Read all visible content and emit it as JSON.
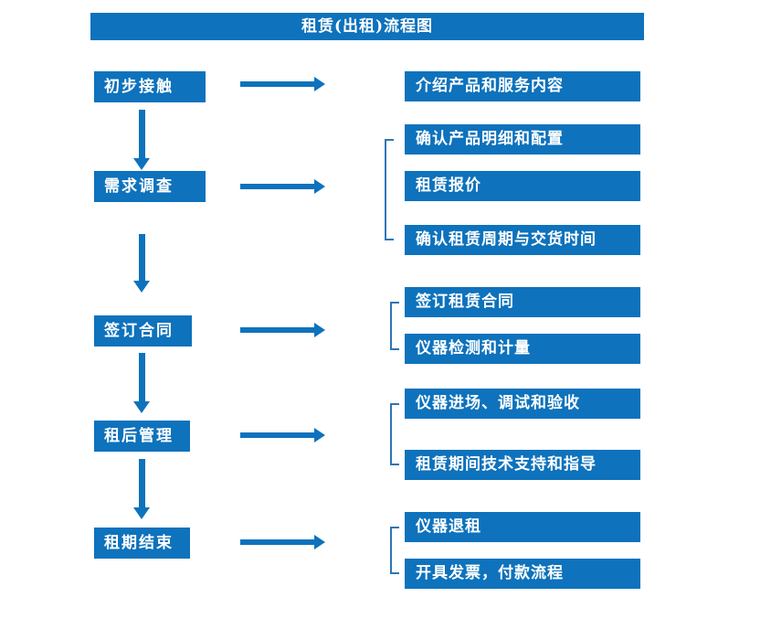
{
  "title": "租赁(出租)流程图",
  "colors": {
    "primary_blue": "#0E72BC",
    "bracket_blue": "#2E75B6",
    "text_white": "#FFFFFF",
    "background": "#FFFFFF"
  },
  "steps": [
    {
      "label": "初步接触",
      "details": [
        "介绍产品和服务内容"
      ]
    },
    {
      "label": "需求调查",
      "details": [
        "确认产品明细和配置",
        "租赁报价",
        "确认租赁周期与交货时间"
      ]
    },
    {
      "label": "签订合同",
      "details": [
        "签订租赁合同",
        "仪器检测和计量"
      ]
    },
    {
      "label": "租后管理",
      "details": [
        "仪器进场、调试和验收",
        "租赁期间技术支持和指导"
      ]
    },
    {
      "label": "租期结束",
      "details": [
        "仪器退租",
        "开具发票，付款流程"
      ]
    }
  ]
}
